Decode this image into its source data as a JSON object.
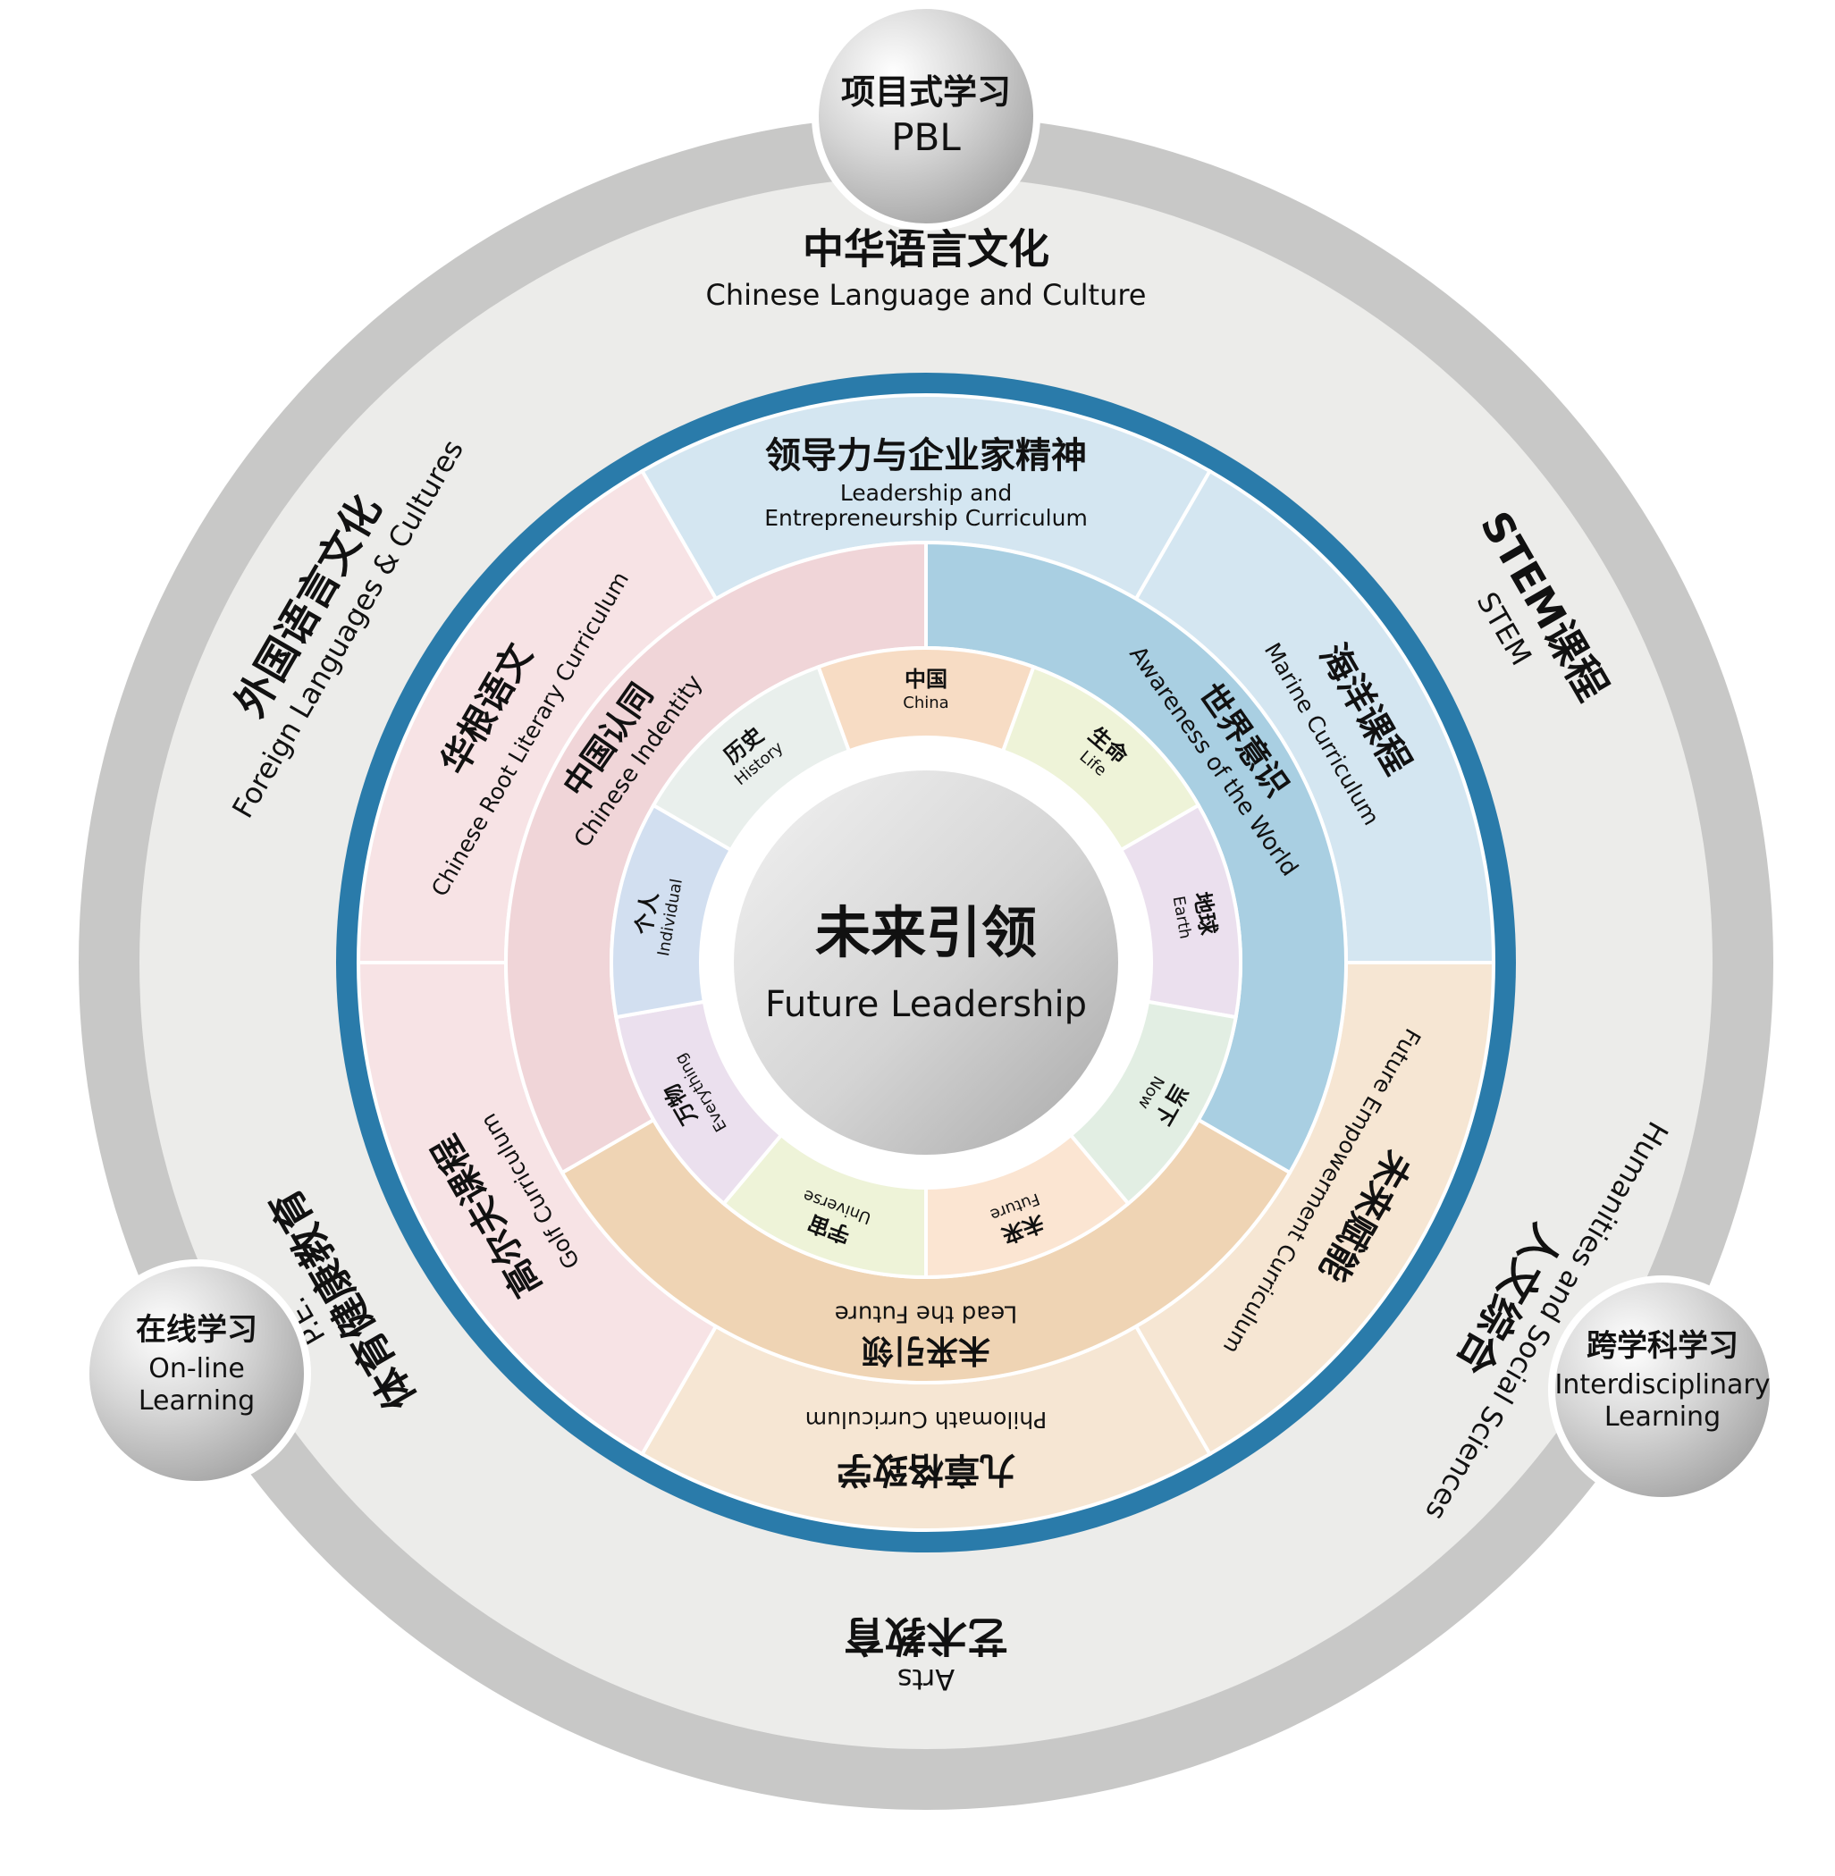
{
  "center": {
    "title_zh": "未来引领",
    "title_en": "Future Leadership"
  },
  "outer_domains": [
    {
      "zh": "中华语言文化",
      "en": "Chinese Language and Culture"
    },
    {
      "zh": "STEM课程",
      "en": "STEM"
    },
    {
      "zh": "人文综合",
      "en": "Humanities and Social Sciences"
    },
    {
      "zh": "艺术教育",
      "en": "Arts"
    },
    {
      "zh": "体育健康教育",
      "en": "P.E."
    },
    {
      "zh": "外国语言文化",
      "en": "Foreign Languages & Cultures"
    }
  ],
  "satellites": [
    {
      "zh": "项目式学习",
      "en": "PBL"
    },
    {
      "zh": "跨学科学习",
      "en": "Interdisciplinary",
      "en2": "Learning"
    },
    {
      "zh": "在线学习",
      "en": "On-line",
      "en2": "Learning"
    }
  ],
  "curricula": [
    {
      "zh": "领导力与企业家精神",
      "en": "Leadership and",
      "en2": "Entrepreneurship Curriculum",
      "color": "#d4e6f1"
    },
    {
      "zh": "海洋课程",
      "en": "Marine Curriculum",
      "color": "#d4e6f1"
    },
    {
      "zh": "未来赋能",
      "en": "Future Empowerment Curriculum",
      "color": "#f6e6d3"
    },
    {
      "zh": "九章格致学",
      "en": "Philomath Curriculum",
      "color": "#f6e6d3"
    },
    {
      "zh": "高尔夫课程",
      "en": "Golf Curriculum",
      "color": "#f7e3e5"
    },
    {
      "zh": "华根语文",
      "en": "Chinese Root Literary Curriculum",
      "color": "#f7e3e5"
    }
  ],
  "pillars": [
    {
      "zh": "世界意识",
      "en": "Awareness of the World",
      "color": "#a9cfe2"
    },
    {
      "zh": "未来引领",
      "en": "Lead the Future",
      "color": "#efd4b4"
    },
    {
      "zh": "中国认同",
      "en": "Chinese Indentity",
      "color": "#f0d5d8"
    }
  ],
  "themes": [
    {
      "zh": "中国",
      "en": "China",
      "color": "#f7dcc4"
    },
    {
      "zh": "生命",
      "en": "Life",
      "color": "#eef3d8"
    },
    {
      "zh": "地球",
      "en": "Earth",
      "color": "#ebe0ee"
    },
    {
      "zh": "当下",
      "en": "Now",
      "color": "#e2eee3"
    },
    {
      "zh": "未来",
      "en": "Future",
      "color": "#fbe5d2"
    },
    {
      "zh": "宇宙",
      "en": "Universe",
      "color": "#eef3d8"
    },
    {
      "zh": "万物",
      "en": "Everything",
      "color": "#ebe0ee"
    },
    {
      "zh": "个人",
      "en": "Individual",
      "color": "#d2dff0"
    },
    {
      "zh": "历史",
      "en": "History",
      "color": "#e9efec"
    }
  ],
  "colors": {
    "outer_ring": "#c8c8c7",
    "domain_band": "#ececea",
    "blue_ring": "#2a7baa",
    "divider": "#ffffff"
  }
}
